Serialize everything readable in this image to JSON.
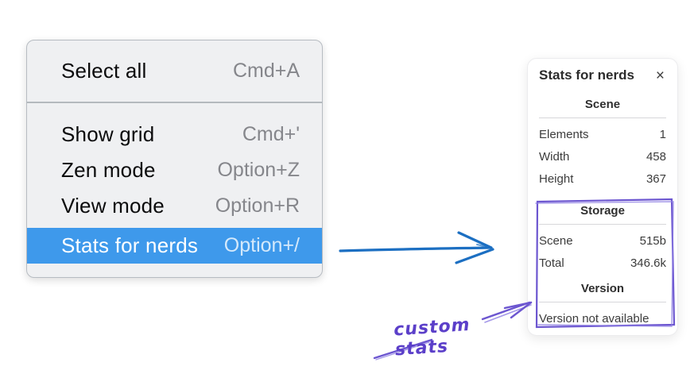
{
  "menu": {
    "sections": [
      {
        "items": [
          {
            "label": "Select all",
            "shortcut": "Cmd+A",
            "selected": false
          }
        ]
      },
      {
        "items": [
          {
            "label": "Show grid",
            "shortcut": "Cmd+'",
            "selected": false
          },
          {
            "label": "Zen mode",
            "shortcut": "Option+Z",
            "selected": false
          },
          {
            "label": "View mode",
            "shortcut": "Option+R",
            "selected": false
          },
          {
            "label": "Stats for nerds",
            "shortcut": "Option+/",
            "selected": true
          }
        ]
      }
    ]
  },
  "stats_panel": {
    "title": "Stats for nerds",
    "close_icon": "×",
    "sections": [
      {
        "heading": "Scene",
        "rows": [
          {
            "label": "Elements",
            "value": "1"
          },
          {
            "label": "Width",
            "value": "458"
          },
          {
            "label": "Height",
            "value": "367"
          }
        ]
      },
      {
        "heading": "Storage",
        "rows": [
          {
            "label": "Scene",
            "value": "515b"
          },
          {
            "label": "Total",
            "value": "346.6k"
          }
        ]
      },
      {
        "heading": "Version",
        "rows": [],
        "note": "Version not available"
      }
    ]
  },
  "annotations": {
    "custom_stats_label": "custom stats",
    "colors": {
      "menu_highlight": "#3e99eb",
      "blue_arrow": "#1c6fc2",
      "purple_ink": "#6c56d0",
      "purple_text": "#5b3fc9"
    }
  }
}
